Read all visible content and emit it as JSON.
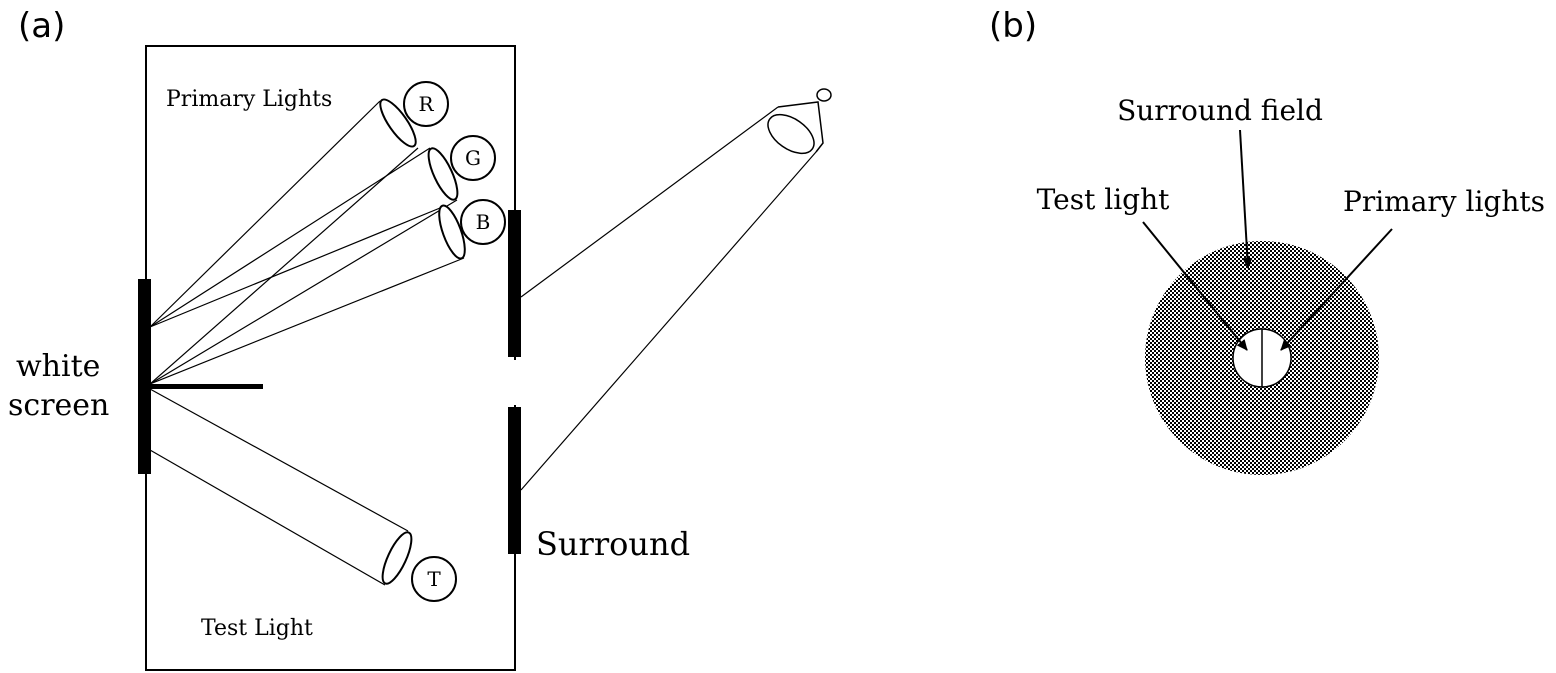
{
  "panel_a": {
    "label": "(a)",
    "primary_lights": "Primary Lights",
    "test_light": "Test Light",
    "white_screen_line1": "white",
    "white_screen_line2": "screen",
    "surround": "Surround",
    "lamp_r": "R",
    "lamp_g": "G",
    "lamp_b": "B",
    "lamp_t": "T"
  },
  "panel_b": {
    "label": "(b)",
    "surround_field": "Surround field",
    "test_light": "Test light",
    "primary_lights": "Primary lights"
  },
  "colors": {
    "ink": "#000000",
    "background": "#ffffff",
    "surround_field_texture": "#8a8a8a"
  }
}
